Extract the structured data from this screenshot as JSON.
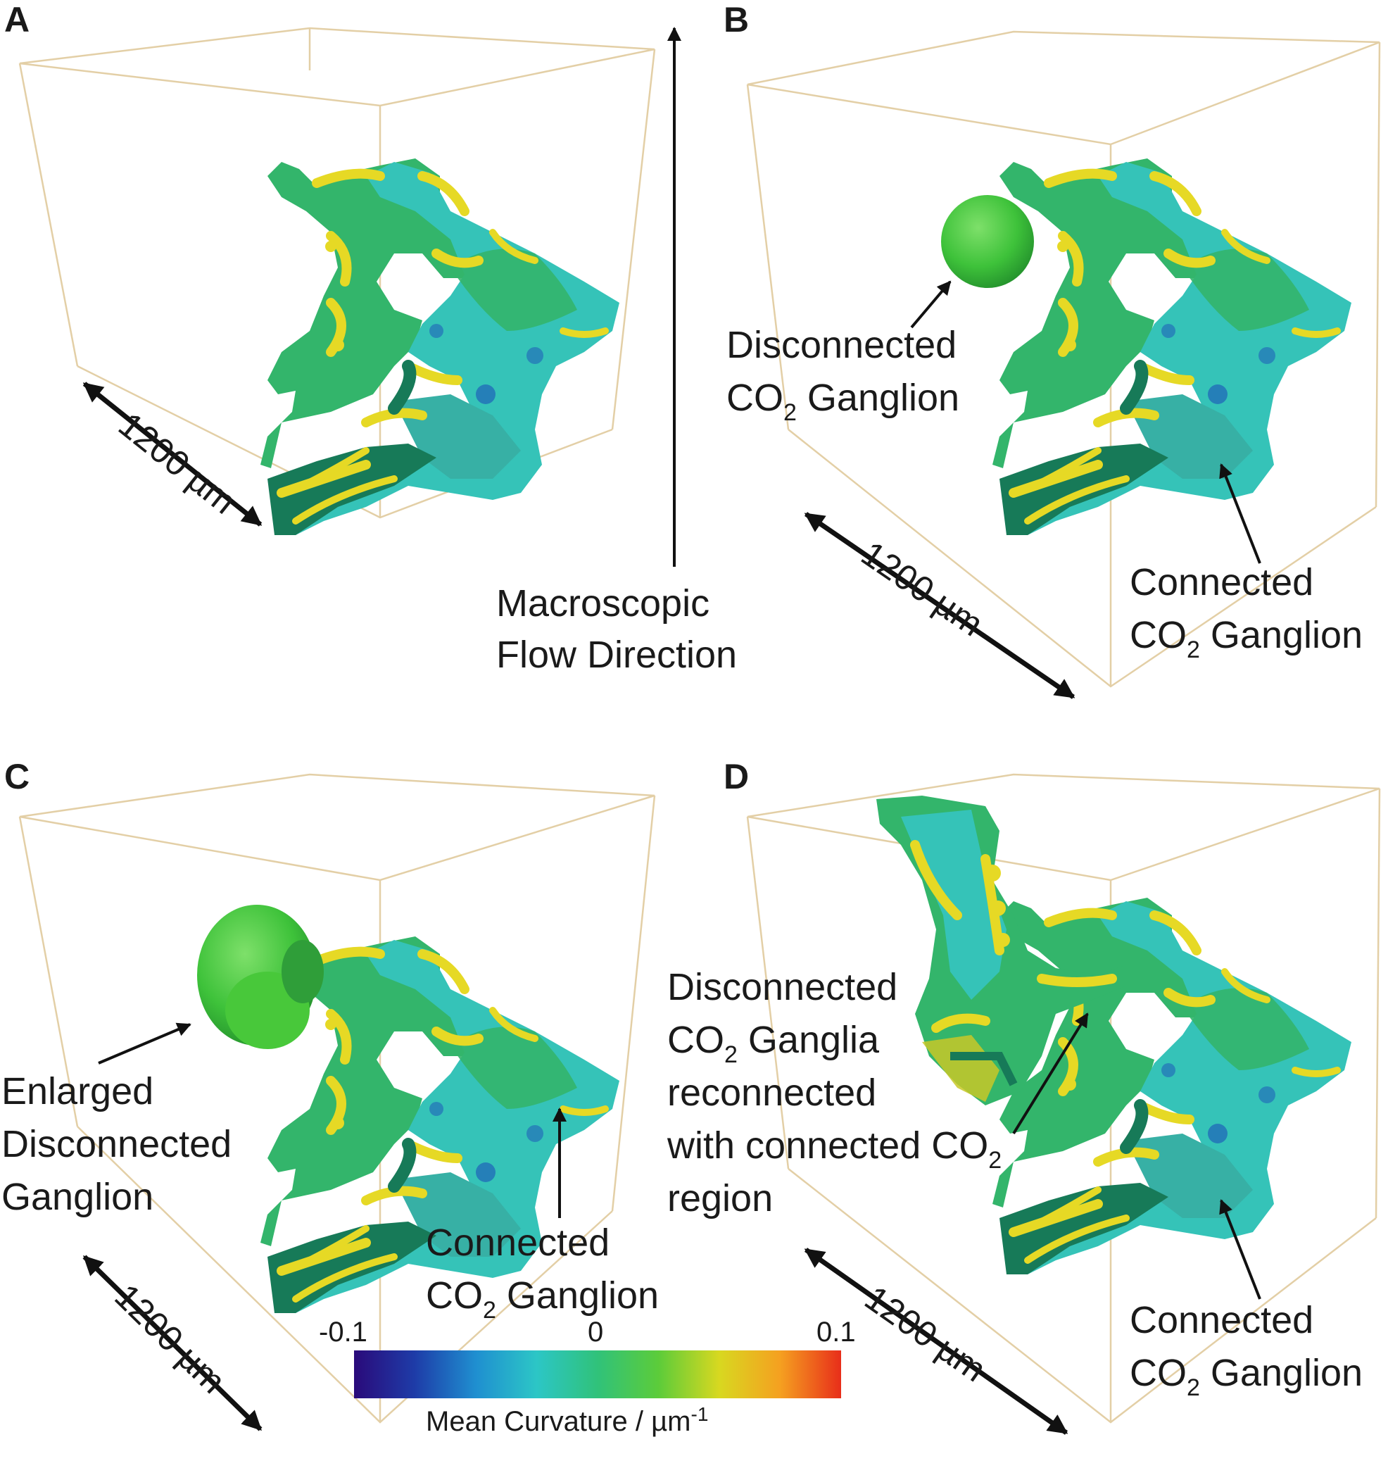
{
  "panels": {
    "a": {
      "letter": "A"
    },
    "b": {
      "letter": "B"
    },
    "c": {
      "letter": "C"
    },
    "d": {
      "letter": "D"
    }
  },
  "scale_label": "1200 µm",
  "labels": {
    "flow_line1": "Macroscopic",
    "flow_line2": "Flow Direction",
    "disconnected_line1": "Disconnected",
    "co2_prefix": "CO",
    "co2_sub": "2",
    "ganglion_suffix": " Ganglion",
    "ganglia_suffix": " Ganglia",
    "connected_line1": "Connected",
    "enlarged_line1": "Enlarged",
    "enlarged_line2": "Disconnected",
    "enlarged_line3": "Ganglion",
    "reconnected_line3": "reconnected",
    "reconnected_line4": "with connected CO",
    "reconnected_line5": "region"
  },
  "colorbar": {
    "min_label": "-0.1",
    "mid_label": "0",
    "max_label": "0.1",
    "title": "Mean Curvature / µm",
    "title_sup": "-1",
    "colors": [
      "#2a0a7a",
      "#1e3ca8",
      "#1f8fd0",
      "#2cc6c6",
      "#30c27a",
      "#5ccc3a",
      "#d8d820",
      "#f5a020",
      "#e82e1a"
    ]
  },
  "colors": {
    "surface_green": "#33b56b",
    "surface_cyan": "#35c3b8",
    "surface_yellow": "#e6d925",
    "surface_dark": "#177a58",
    "sphere_green": "#3ec23a",
    "box_edge": "#e3cfa6"
  }
}
